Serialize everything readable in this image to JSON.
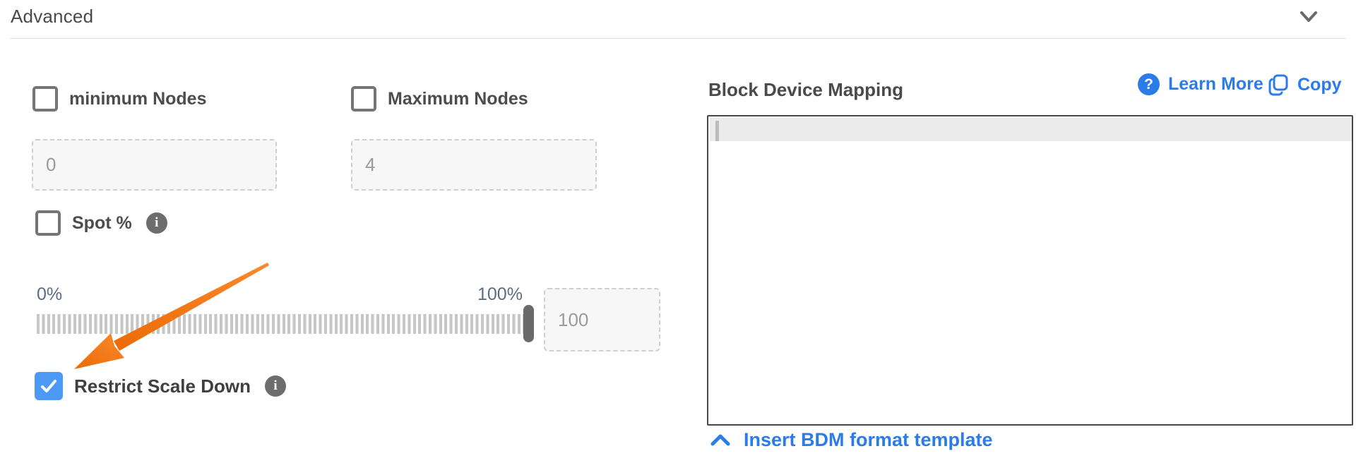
{
  "header": {
    "title": "Advanced"
  },
  "form": {
    "min_nodes": {
      "label": "minimum Nodes",
      "checked": false,
      "value": "0"
    },
    "max_nodes": {
      "label": "Maximum Nodes",
      "checked": false,
      "value": "4"
    },
    "spot": {
      "label": "Spot %",
      "checked": false,
      "info_icon": "info-icon"
    },
    "slider": {
      "min_label": "0%",
      "max_label": "100%",
      "value": "100",
      "position_percent": 100
    },
    "restrict_scale_down": {
      "label": "Restrict Scale Down",
      "checked": true,
      "info_icon": "info-icon"
    }
  },
  "bdm": {
    "title": "Block Device Mapping",
    "learn_more_label": "Learn More",
    "copy_label": "Copy",
    "editor_value": "",
    "insert_template_label": "Insert BDM format template"
  },
  "icons": {
    "header_collapse": "chevron-down-icon",
    "learn_more": "question-circle-icon",
    "copy": "copy-icon",
    "insert_template": "chevron-up-icon",
    "annotation": "orange-arrow-pointer"
  },
  "colors": {
    "link_blue": "#2b7ce8",
    "checkbox_checked_blue": "#4c9af5",
    "annotation_orange": "#f1730f",
    "slider_label_gray_blue": "#5d6c80",
    "text_dark": "#4a4a4a",
    "input_placeholder_gray": "#9b9b9b"
  }
}
